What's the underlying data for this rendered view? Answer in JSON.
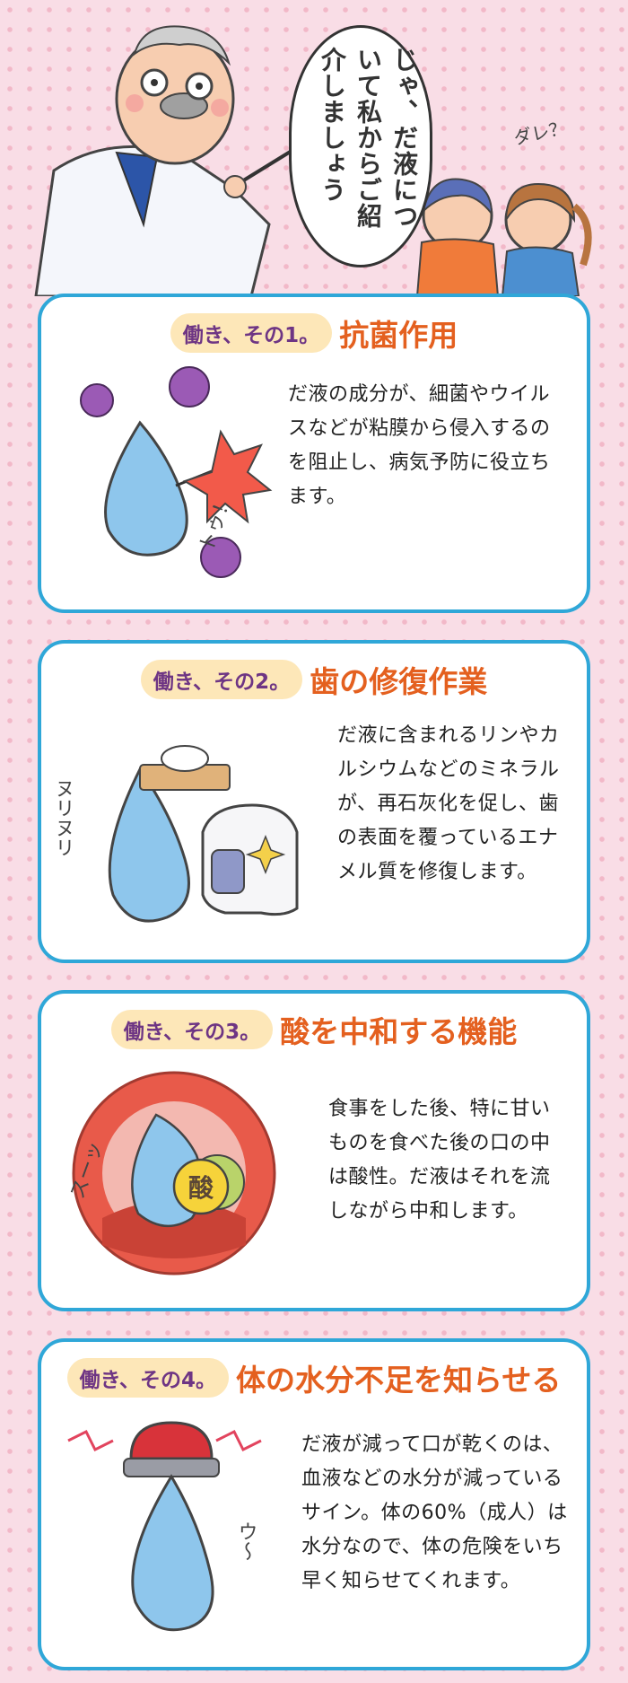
{
  "hero": {
    "speech": "じゃ、だ液について私からご紹介しましょう",
    "sfx": "ダレ？"
  },
  "cards": [
    {
      "tag": "働き、その1。",
      "title": "抗菌作用",
      "body": "だ液の成分が、細菌やウイルスなどが粘膜から侵入するのを阻止し、病気予防に役立ちます。",
      "sfx": "トゥ！"
    },
    {
      "tag": "働き、その2。",
      "title": "歯の修復作業",
      "body": "だ液に含まれるリンやカルシウムなどのミネラルが、再石灰化を促し、歯の表面を覆っているエナメル質を修復します。",
      "sfx": "ヌリヌリ"
    },
    {
      "tag": "働き、その3。",
      "title": "酸を中和する機能",
      "body": "食事をした後、特に甘いものを食べた後の口の中は酸性。だ液はそれを流しながら中和します。",
      "sfx": "スーッ",
      "label": "酸"
    },
    {
      "tag": "働き、その4。",
      "title": "体の水分不足を知らせる",
      "body": "だ液が減って口が乾くのは、血液などの水分が減っているサイン。体の60%（成人）は水分なので、体の危険をいち早く知らせてくれます。",
      "sfx": "ウ〜"
    }
  ],
  "colors": {
    "background": "#f9dde6",
    "card_border": "#2fa7d8",
    "tag_bg": "#fde7b8",
    "tag_text": "#6e3584",
    "title": "#e4601f",
    "drop": "#8ec6ec"
  },
  "icons": [
    "doctor-illustration",
    "children-illustration",
    "germ-icon",
    "water-drop-icon",
    "tooth-icon",
    "mouth-icon",
    "siren-icon"
  ]
}
